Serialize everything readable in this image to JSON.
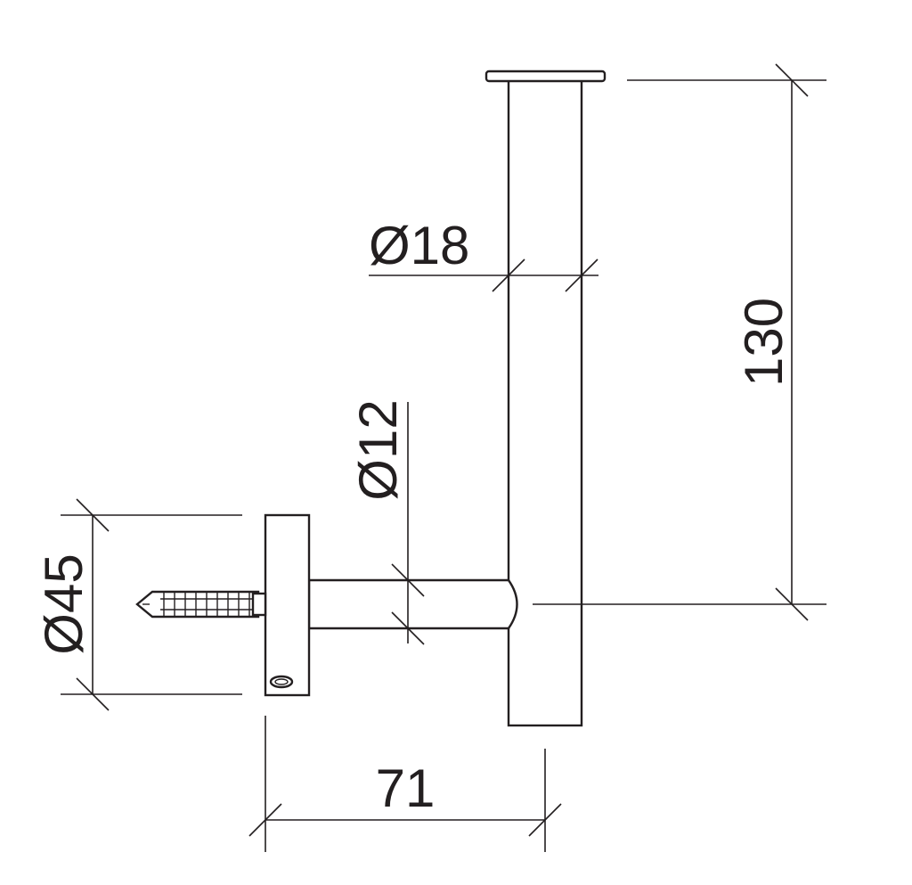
{
  "dimensions": {
    "diameter_top_tube": "Ø18",
    "height_total": "130",
    "diameter_arm": "Ø12",
    "diameter_base": "Ø45",
    "projection": "71"
  },
  "colors": {
    "line": "#231f20",
    "background": "#ffffff"
  }
}
